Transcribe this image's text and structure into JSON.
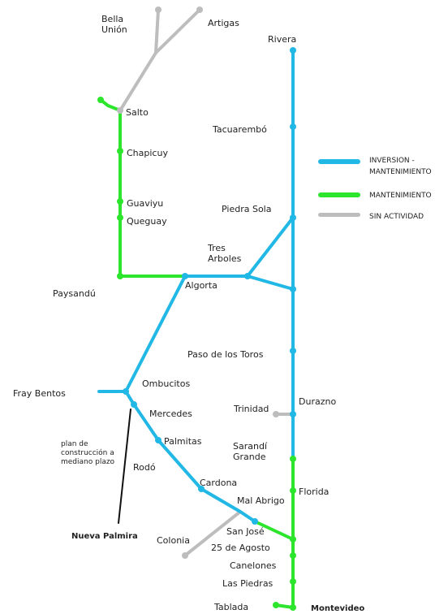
{
  "colors": {
    "investment": "#22b8e6",
    "maintenance": "#2ee52e",
    "inactive": "#bdbdbd",
    "planned": "#111111"
  },
  "legend": {
    "investment_label": "INVERSION - MANTENIMIENTO",
    "maintenance_label": "MANTENIMIENTO",
    "inactive_label": "SIN ACTIVIDAD"
  },
  "note": {
    "text": "plan de construcción a mediano plazo"
  },
  "stations": {
    "bella_union": "Bella Unión",
    "artigas": "Artigas",
    "rivera": "Rivera",
    "salto": "Salto",
    "tacuarembo": "Tacuarembó",
    "chapicuy": "Chapicuy",
    "guaviyu": "Guaviyu",
    "queguay": "Queguay",
    "piedra_sola": "Piedra Sola",
    "tres_arboles": "Tres Arboles",
    "algorta": "Algorta",
    "paysandu": "Paysandú",
    "paso_de_los_toros": "Paso de los Toros",
    "ombucitos": "Ombucitos",
    "fray_bentos": "Fray Bentos",
    "trinidad": "Trinidad",
    "durazno": "Durazno",
    "mercedes": "Mercedes",
    "palmitas": "Palmitas",
    "sarandi_grande": "Sarandí Grande",
    "rodo": "Rodó",
    "cardona": "Cardona",
    "florida": "Florida",
    "mal_abrigo": "Mal Abrigo",
    "san_jose": "San José",
    "nueva_palmira": "Nueva Palmira",
    "colonia": "Colonia",
    "veinticinco_de_agosto": "25 de Agosto",
    "canelones": "Canelones",
    "las_piedras": "Las Piedras",
    "tablada": "Tablada",
    "montevideo": "Montevideo"
  }
}
